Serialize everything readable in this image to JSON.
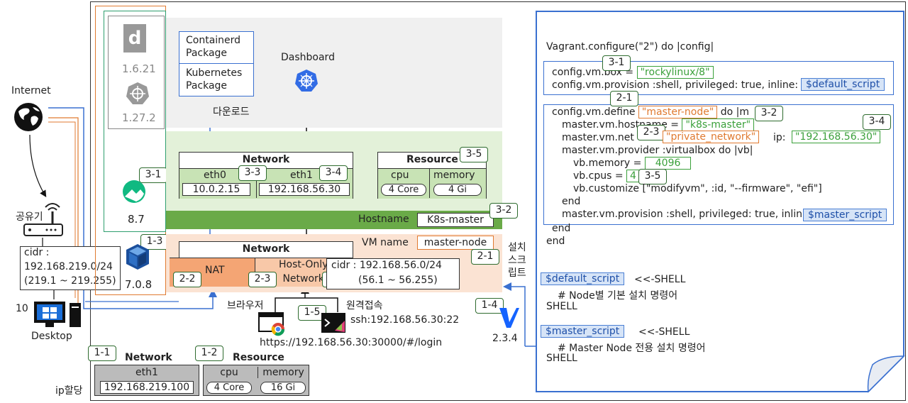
{
  "left": {
    "internet": "Internet",
    "router_label": "공유기",
    "cidr_title": "cidr :",
    "cidr_value": "192.168.219.0/24",
    "cidr_range": "(219.1 ~ 219.255)",
    "desktop_num": "10",
    "desktop": "Desktop",
    "ip_assign": "ip할당"
  },
  "host": {
    "badge_11": "1-1",
    "badge_12": "1-2",
    "network_title": "Network",
    "eth1": "eth1",
    "eth1_ip": "192.168.219.100",
    "resource_title": "Resource",
    "cpu": "cpu",
    "cpu_val": "4 Core",
    "memory": "memory",
    "memory_val": "16 Gi"
  },
  "vm_stack": {
    "containerd_ver": "1.6.21",
    "k8s_ver": "1.27.2",
    "rocky_ver": "8.7",
    "vbox_ver": "7.0.8",
    "vagrant_ver": "2.3.4",
    "badge_31": "3-1",
    "badge_13": "1-3",
    "badge_14": "1-4",
    "install_script": "설치\n스크\n립트"
  },
  "top": {
    "pkg_containerd": "Containerd\nPackage",
    "pkg_k8s": "Kubernetes\nPackage",
    "download": "다운로드",
    "dashboard": "Dashboard"
  },
  "guest": {
    "network_title": "Network",
    "eth0": "eth0",
    "eth0_ip": "10.0.2.15",
    "eth1": "eth1",
    "eth1_ip": "192.168.56.30",
    "badge_33": "3-3",
    "badge_34": "3-4",
    "resource_title": "Resource",
    "badge_35": "3-5",
    "cpu": "cpu",
    "cpu_val": "4 Core",
    "memory": "memory",
    "memory_val": "4 Gi",
    "hostname_label": "Hostname",
    "hostname_val": "K8s-master",
    "badge_32": "3-2"
  },
  "vbox": {
    "vm_name_label": "VM name",
    "vm_name_val": "master-node",
    "badge_21": "2-1",
    "network_title": "Network",
    "nat": "NAT",
    "hostonly": "Host-Only\nNetwork",
    "badge_22": "2-2",
    "badge_23": "2-3",
    "badge_24": "2-4",
    "cidr": "cidr : 192.168.56.0/24",
    "cidr_range": "(56.1 ~ 56.255)"
  },
  "access": {
    "browser": "브라우저",
    "remote": "원격접속",
    "badge_15": "1-5",
    "ssh": "ssh:192.168.56.30:22",
    "url": "https://192.168.56.30:30000/#/login"
  },
  "code": {
    "l1": "Vagrant.configure(\"2\") do |config|",
    "box_pre": "config.vm.box = ",
    "box_val": "\"rockylinux/8\"",
    "prov_pre": "config.vm.provision :shell, privileged: true, inline:",
    "default_script": "$default_script",
    "badge_31": "3-1",
    "badge_21": "2-1",
    "define_pre": "config.vm.define ",
    "define_val": "\"master-node\"",
    "define_post": " do |m",
    "badge_32": "3-2",
    "badge_34": "3-4",
    "hostname_pre": "master.vm.hostname = ",
    "hostname_val": "\"k8s-master\"",
    "net_pre": "master.vm.net",
    "badge_23": "2-3",
    "net_val": "\"private_network\"",
    "ip_pre": "ip: ",
    "ip_val": "\"192.168.56.30\"",
    "provider": "master.vm.provider :virtualbox do |vb|",
    "mem_pre": "vb.memory = ",
    "mem_val": "4096",
    "cpus_pre": "vb.cpus = ",
    "cpus_val": "4",
    "badge_35": "3-5",
    "customize": "vb.customize [\"modifyvm\", :id, \"--firmware\", \"efi\"]",
    "end1": "end",
    "master_prov": "master.vm.provision :shell, privileged: true, inlin",
    "master_script": "$master_script",
    "end2": "end",
    "end3": "end",
    "ds_tag": "$default_script",
    "ds_shell": "<<-SHELL",
    "ds_comment": "# Node별 기본 설치 명령어",
    "ds_end": "SHELL",
    "ms_tag": "$master_script",
    "ms_shell": "<<-SHELL",
    "ms_comment": "# Master Node 전용 설치 명령어",
    "ms_end": "SHELL"
  },
  "colors": {
    "orange": "#e07a30",
    "green": "#2e9e6e",
    "blue": "#3a70d0",
    "light_green_bg": "#e3f1d9",
    "dark_green_bar": "#6aaa48",
    "peach_bg": "#fbe3d3",
    "gray_bg": "#f0f0f0"
  }
}
